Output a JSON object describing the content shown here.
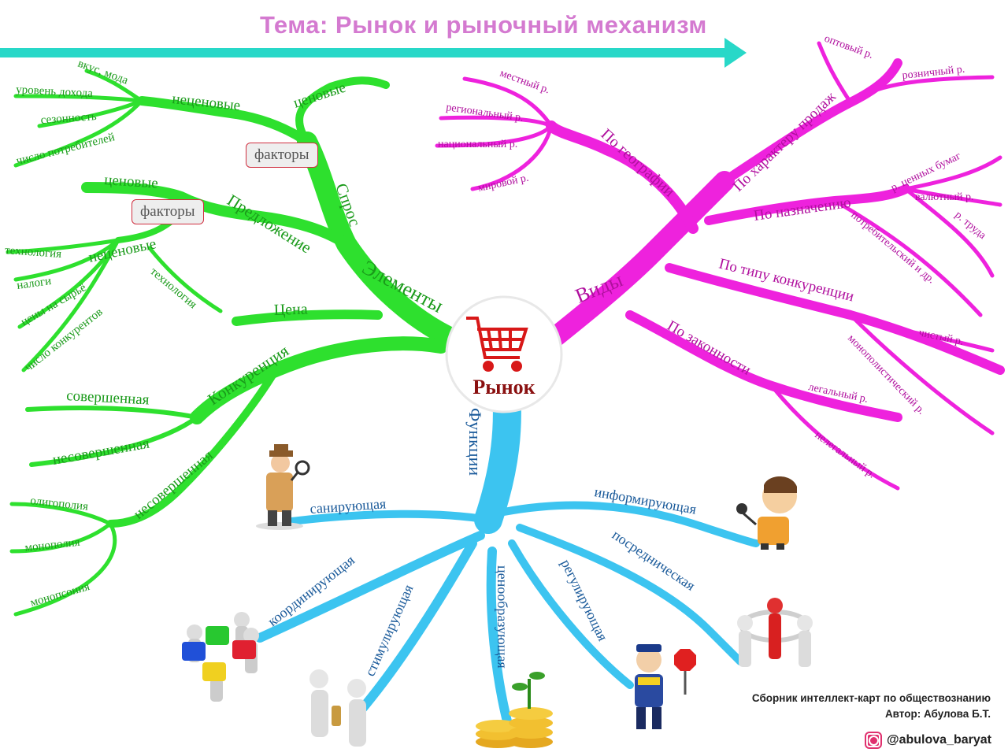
{
  "title": "Тема: Рынок и рыночный механизм",
  "center": "Рынок",
  "icons": {
    "cart": "shopping-cart-icon",
    "detective": "detective-figure-icon",
    "reporter": "reporter-figure-icon",
    "puzzle": "puzzle-team-icon",
    "handshake": "handshake-figure-icon",
    "coins": "coins-plant-icon",
    "police": "traffic-police-figure-icon",
    "unity": "unity-circle-figures-icon",
    "instagram": "instagram-icon"
  },
  "colors": {
    "green": "#2ee02e",
    "magenta": "#ee22dd",
    "blue": "#3cc4f0",
    "title": "#d47ad0",
    "arrow": "#28d8c8"
  },
  "branches": {
    "elements": {
      "label": "Элементы",
      "demand": {
        "label": "Спрос",
        "factors": "факторы",
        "price": "ценовые",
        "nonprice": "неценовые",
        "nonprice_items": [
          "вкус, мода",
          "уровень дохода",
          "сезонность",
          "число потребителей"
        ]
      },
      "supply": {
        "label": "Предложение",
        "factors": "факторы",
        "price": "ценовые",
        "nonprice": "неценовые",
        "nonprice_items": [
          "технология",
          "налоги",
          "цены на сырьё",
          "число конкурентов"
        ],
        "technology": "технология"
      },
      "price": {
        "label": "Цена"
      },
      "competition": {
        "label": "Конкуренция",
        "perfect": "совершенная",
        "imperfect": "несовершенная",
        "imperfect2": "несовершенная",
        "imperfect_items": [
          "олигополия",
          "монополия",
          "монопсония"
        ]
      }
    },
    "types": {
      "label": "Виды",
      "geo": {
        "label": "По географии",
        "items": [
          "местный р.",
          "региональный р.",
          "национальный р.",
          "мировой р."
        ]
      },
      "sales": {
        "label": "По характеру продаж",
        "items": [
          "оптовый р.",
          "розничный р."
        ]
      },
      "purpose": {
        "label": "По назначению",
        "items": [
          "р. ценных бумаг",
          "валютный р.",
          "р. труда",
          "потребительский и др."
        ]
      },
      "competition": {
        "label": "По типу конкуренции",
        "items": [
          "чистый р.",
          "монополистический р."
        ]
      },
      "legality": {
        "label": "По законности",
        "items": [
          "легальный р.",
          "нелегальный р."
        ]
      }
    },
    "functions": {
      "label": "Функции",
      "items": [
        "санирующая",
        "информирующая",
        "координирующая",
        "посредническая",
        "стимулирующая",
        "ценообразующая",
        "регулирующая"
      ]
    }
  },
  "footer": {
    "line1": "Сборник интеллект-карт по обществознанию",
    "line2": "Автор: Абулова Б.Т.",
    "instagram": "@abulova_baryat"
  }
}
